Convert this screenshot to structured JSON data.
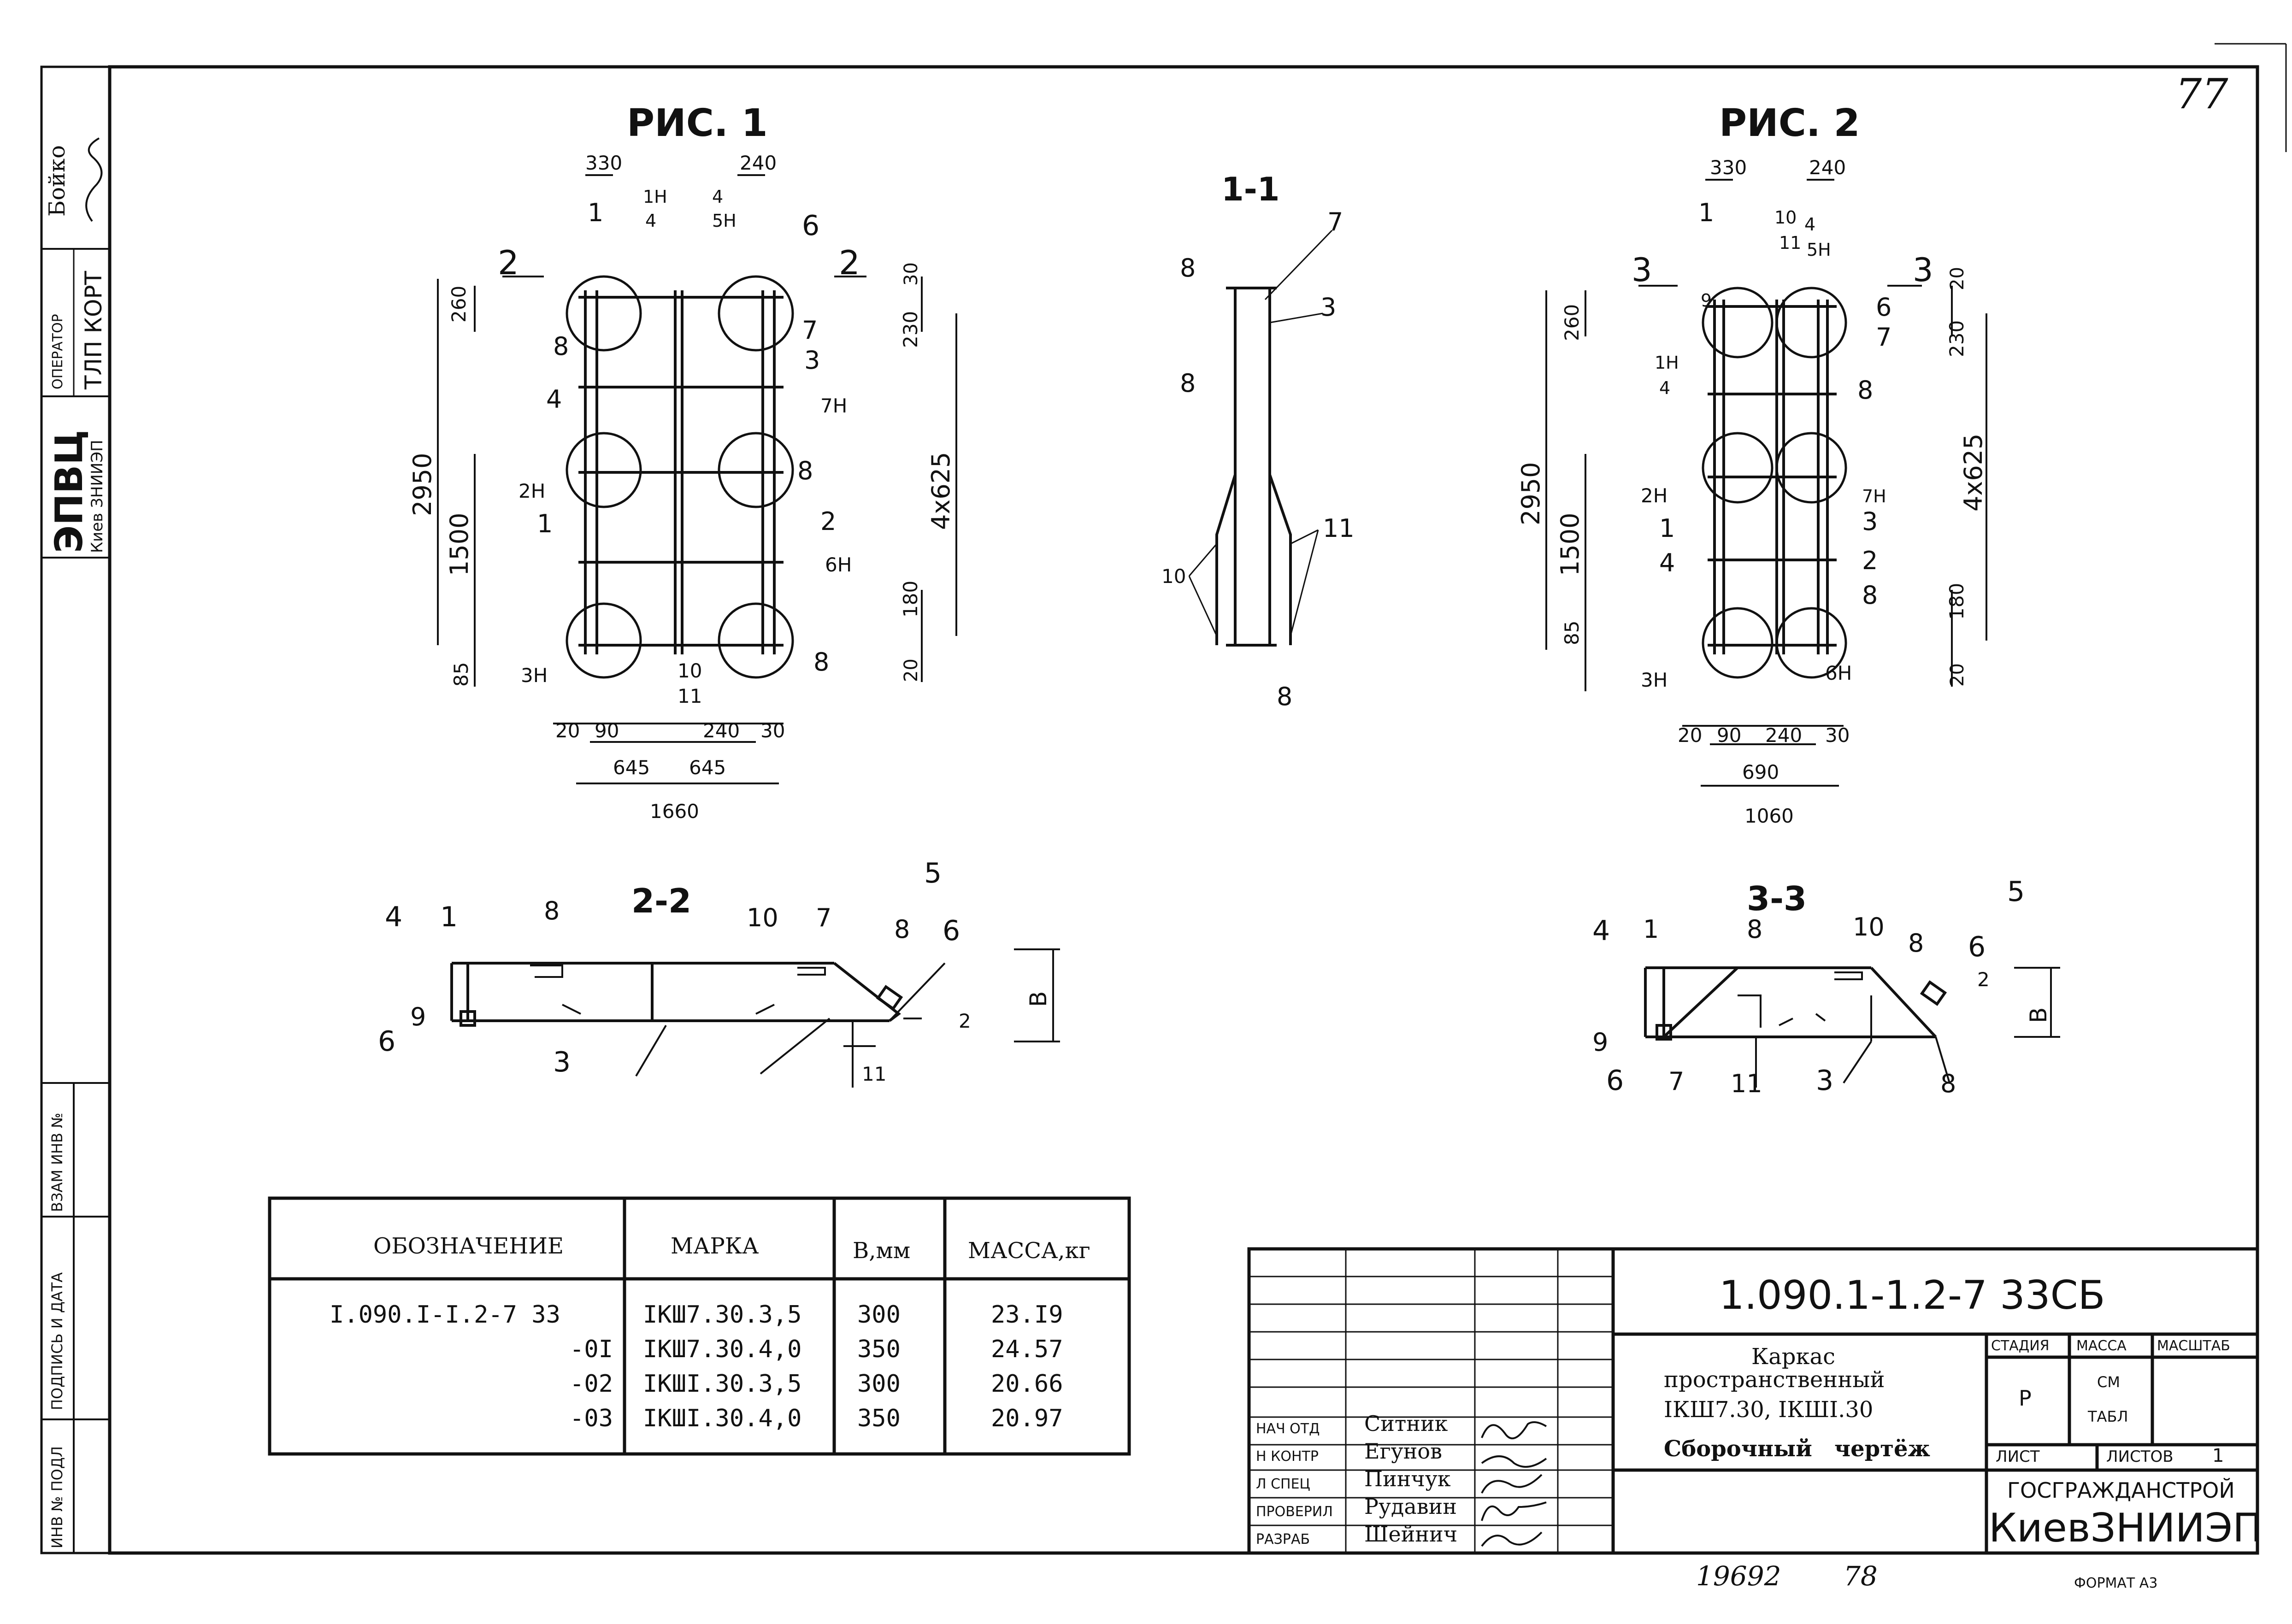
{
  "page_number": "77",
  "side_stamp": {
    "org": "ЭПВЦ",
    "sub": "Киев ЗНИИЭП",
    "operator_label": "ОПЕРАТОР",
    "operator": "ТЛП КОРТ",
    "name": "Бойко"
  },
  "left_strip": {
    "vzam": "ВЗАМ ИНВ №",
    "podpis": "ПОДПИСЬ И ДАТА",
    "inv": "ИНВ № ПОДЛ"
  },
  "fig1": {
    "title": "РИС. 1",
    "dims": [
      "330",
      "240",
      "30",
      "260",
      "230",
      "2950",
      "1500",
      "4x625",
      "85",
      "180",
      "20",
      "20",
      "90",
      "240",
      "30",
      "645",
      "645",
      "1660"
    ],
    "marks": [
      "1",
      "1Н",
      "4",
      "4",
      "5Н",
      "6",
      "2",
      "2",
      "8",
      "7",
      "3",
      "4",
      "7Н",
      "8",
      "2Н",
      "1",
      "2",
      "6Н",
      "3Н",
      "8",
      "10",
      "11"
    ]
  },
  "fig2": {
    "title": "РИС. 2",
    "dims": [
      "330",
      "240",
      "20",
      "260",
      "230",
      "2950",
      "1500",
      "4x625",
      "85",
      "180",
      "20",
      "20",
      "90",
      "240",
      "30",
      "690",
      "1060"
    ],
    "marks": [
      "1",
      "10",
      "11",
      "4",
      "5Н",
      "3",
      "3",
      "9",
      "6",
      "7",
      "1Н",
      "4",
      "8",
      "2Н",
      "7Н",
      "3",
      "1",
      "4",
      "2",
      "8",
      "3Н",
      "6Н"
    ]
  },
  "section_11": {
    "title": "1-1",
    "marks": [
      "8",
      "7",
      "3",
      "8",
      "10",
      "11",
      "8"
    ]
  },
  "section_22": {
    "title": "2-2",
    "marks": [
      "4",
      "1",
      "8",
      "10",
      "7",
      "5",
      "8",
      "6",
      "9",
      "6",
      "3",
      "2",
      "11",
      "В"
    ]
  },
  "section_33": {
    "title": "3-3",
    "marks": [
      "4",
      "1",
      "8",
      "10",
      "8",
      "5",
      "6",
      "2",
      "9",
      "6",
      "7",
      "11",
      "3",
      "8",
      "В"
    ]
  },
  "table": {
    "headers": [
      "ОБОЗНАЧЕНИЕ",
      "МАРКА",
      "В,мм",
      "МАССА,кг"
    ],
    "rows": [
      [
        "I.090.I-I.2-7 33",
        "IКШ7.30.3,5",
        "300",
        "23.I9"
      ],
      [
        "-0I",
        "IКШ7.30.4,0",
        "350",
        "24.57"
      ],
      [
        "-02",
        "IКШI.30.3,5",
        "300",
        "20.66"
      ],
      [
        "-03",
        "IКШI.30.4,0",
        "350",
        "20.97"
      ]
    ]
  },
  "title_block": {
    "code": "1.090.1-1.2-7 33СБ",
    "name_lines": [
      "Каркас",
      "пространственный",
      "IКШ7.30, IКШI.30"
    ],
    "subtitle_a": "Сборочный",
    "subtitle_b": "чертёж",
    "stage_label": "СТАДИЯ",
    "mass_label": "МАССА",
    "scale_label": "МАСШТАБ",
    "stage": "Р",
    "mass_a": "СМ",
    "mass_b": "ТАБЛ",
    "sheet_label": "ЛИСТ",
    "sheets_label": "ЛИСТОВ",
    "sheets": "1",
    "org1": "ГОСГРАЖДАНСТРОЙ",
    "org2": "КиевЗНИИЭП",
    "roles": [
      {
        "role": "НАЧ ОТД",
        "name": "Ситник"
      },
      {
        "role": "Н КОНТР",
        "name": "Егунов"
      },
      {
        "role": "Л СПЕЦ",
        "name": "Пинчук"
      },
      {
        "role": "ПРОВЕРИЛ",
        "name": "Рудавин"
      },
      {
        "role": "РАЗРАБ",
        "name": "Шейнич"
      }
    ]
  },
  "bottom": {
    "inv_number": "19692",
    "sheet_no": "78",
    "format": "ФОРМАТ А3"
  }
}
